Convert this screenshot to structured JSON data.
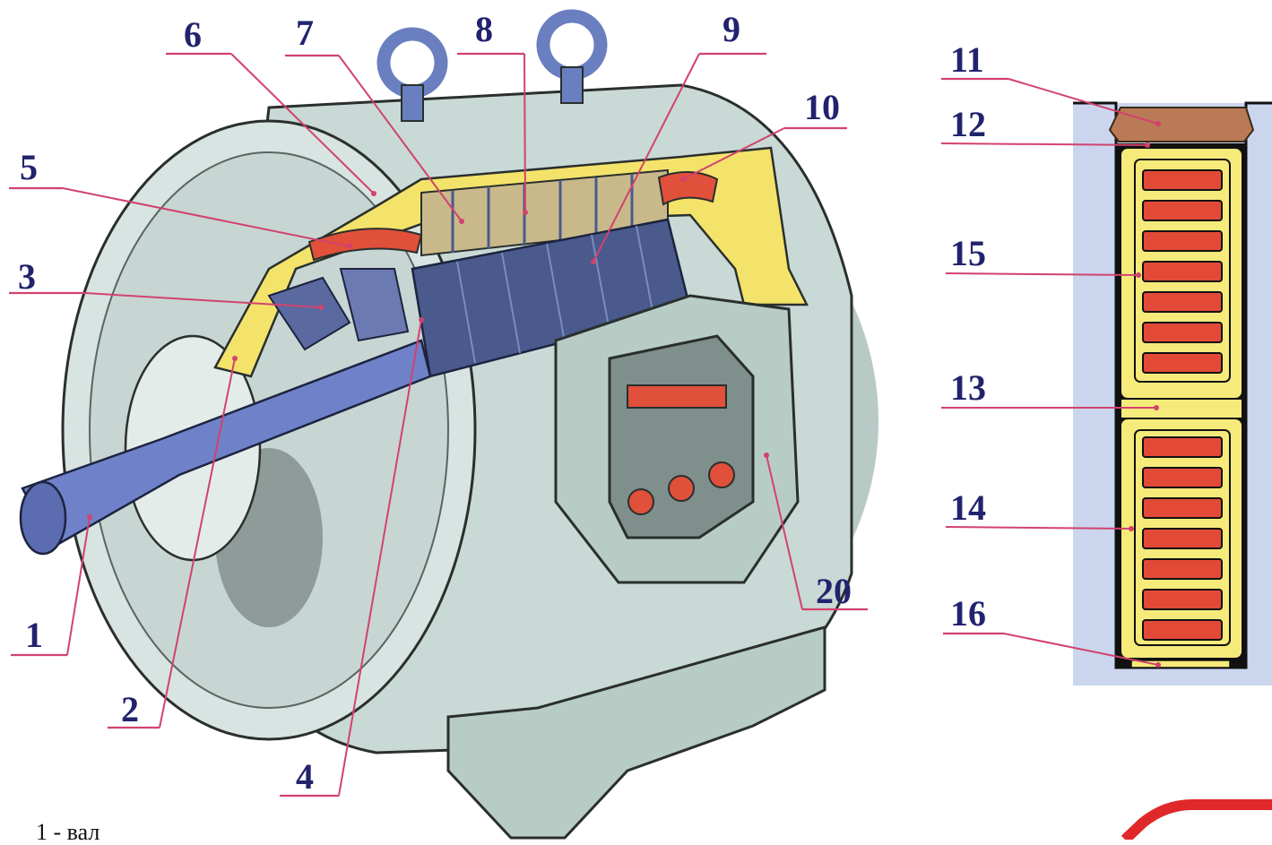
{
  "labels": {
    "l1": "1",
    "l2": "2",
    "l3": "3",
    "l4": "4",
    "l5": "5",
    "l6": "6",
    "l7": "7",
    "l8": "8",
    "l9": "9",
    "l10": "10",
    "l11": "11",
    "l12": "12",
    "l13": "13",
    "l14": "14",
    "l15": "15",
    "l16": "16",
    "l20": "20"
  },
  "bottom_fragment": "1 - вал",
  "colors": {
    "background": "#ffffff",
    "housing": "#c9d9d5",
    "housing_dark": "#8ea39f",
    "stator_frame": "#f4e36a",
    "core_laminations": "#c9b98a",
    "rotor": "#4a5a8c",
    "shaft": "#6f82c9",
    "winding": "#e0503a",
    "slot_background": "#cbd6ee",
    "wedge": "#b97a55",
    "label_text": "#22236e",
    "leader_line": "#d2426e"
  }
}
